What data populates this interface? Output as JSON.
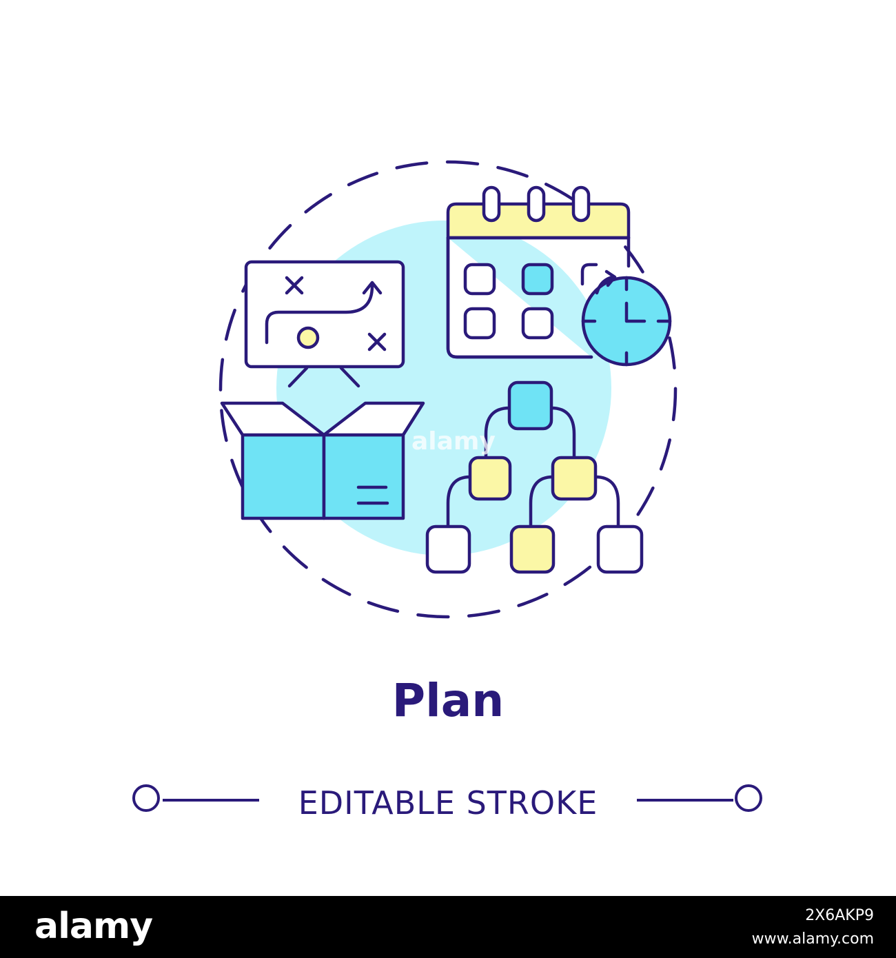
{
  "title": "Plan",
  "caption": "EDITABLE STROKE",
  "watermark": "alamy",
  "footer": {
    "logo": "alamy",
    "image_id": "2X6AKP9",
    "site": "www.alamy.com"
  },
  "icons": [
    "strategy-board-icon",
    "open-box-icon",
    "calendar-clock-icon",
    "hierarchy-chart-icon"
  ],
  "colors": {
    "stroke": "#2a1a7a",
    "cyan": "#6fe3f5",
    "light_cyan": "#bff4fb",
    "yellow": "#fbf7a6",
    "white": "#ffffff"
  }
}
